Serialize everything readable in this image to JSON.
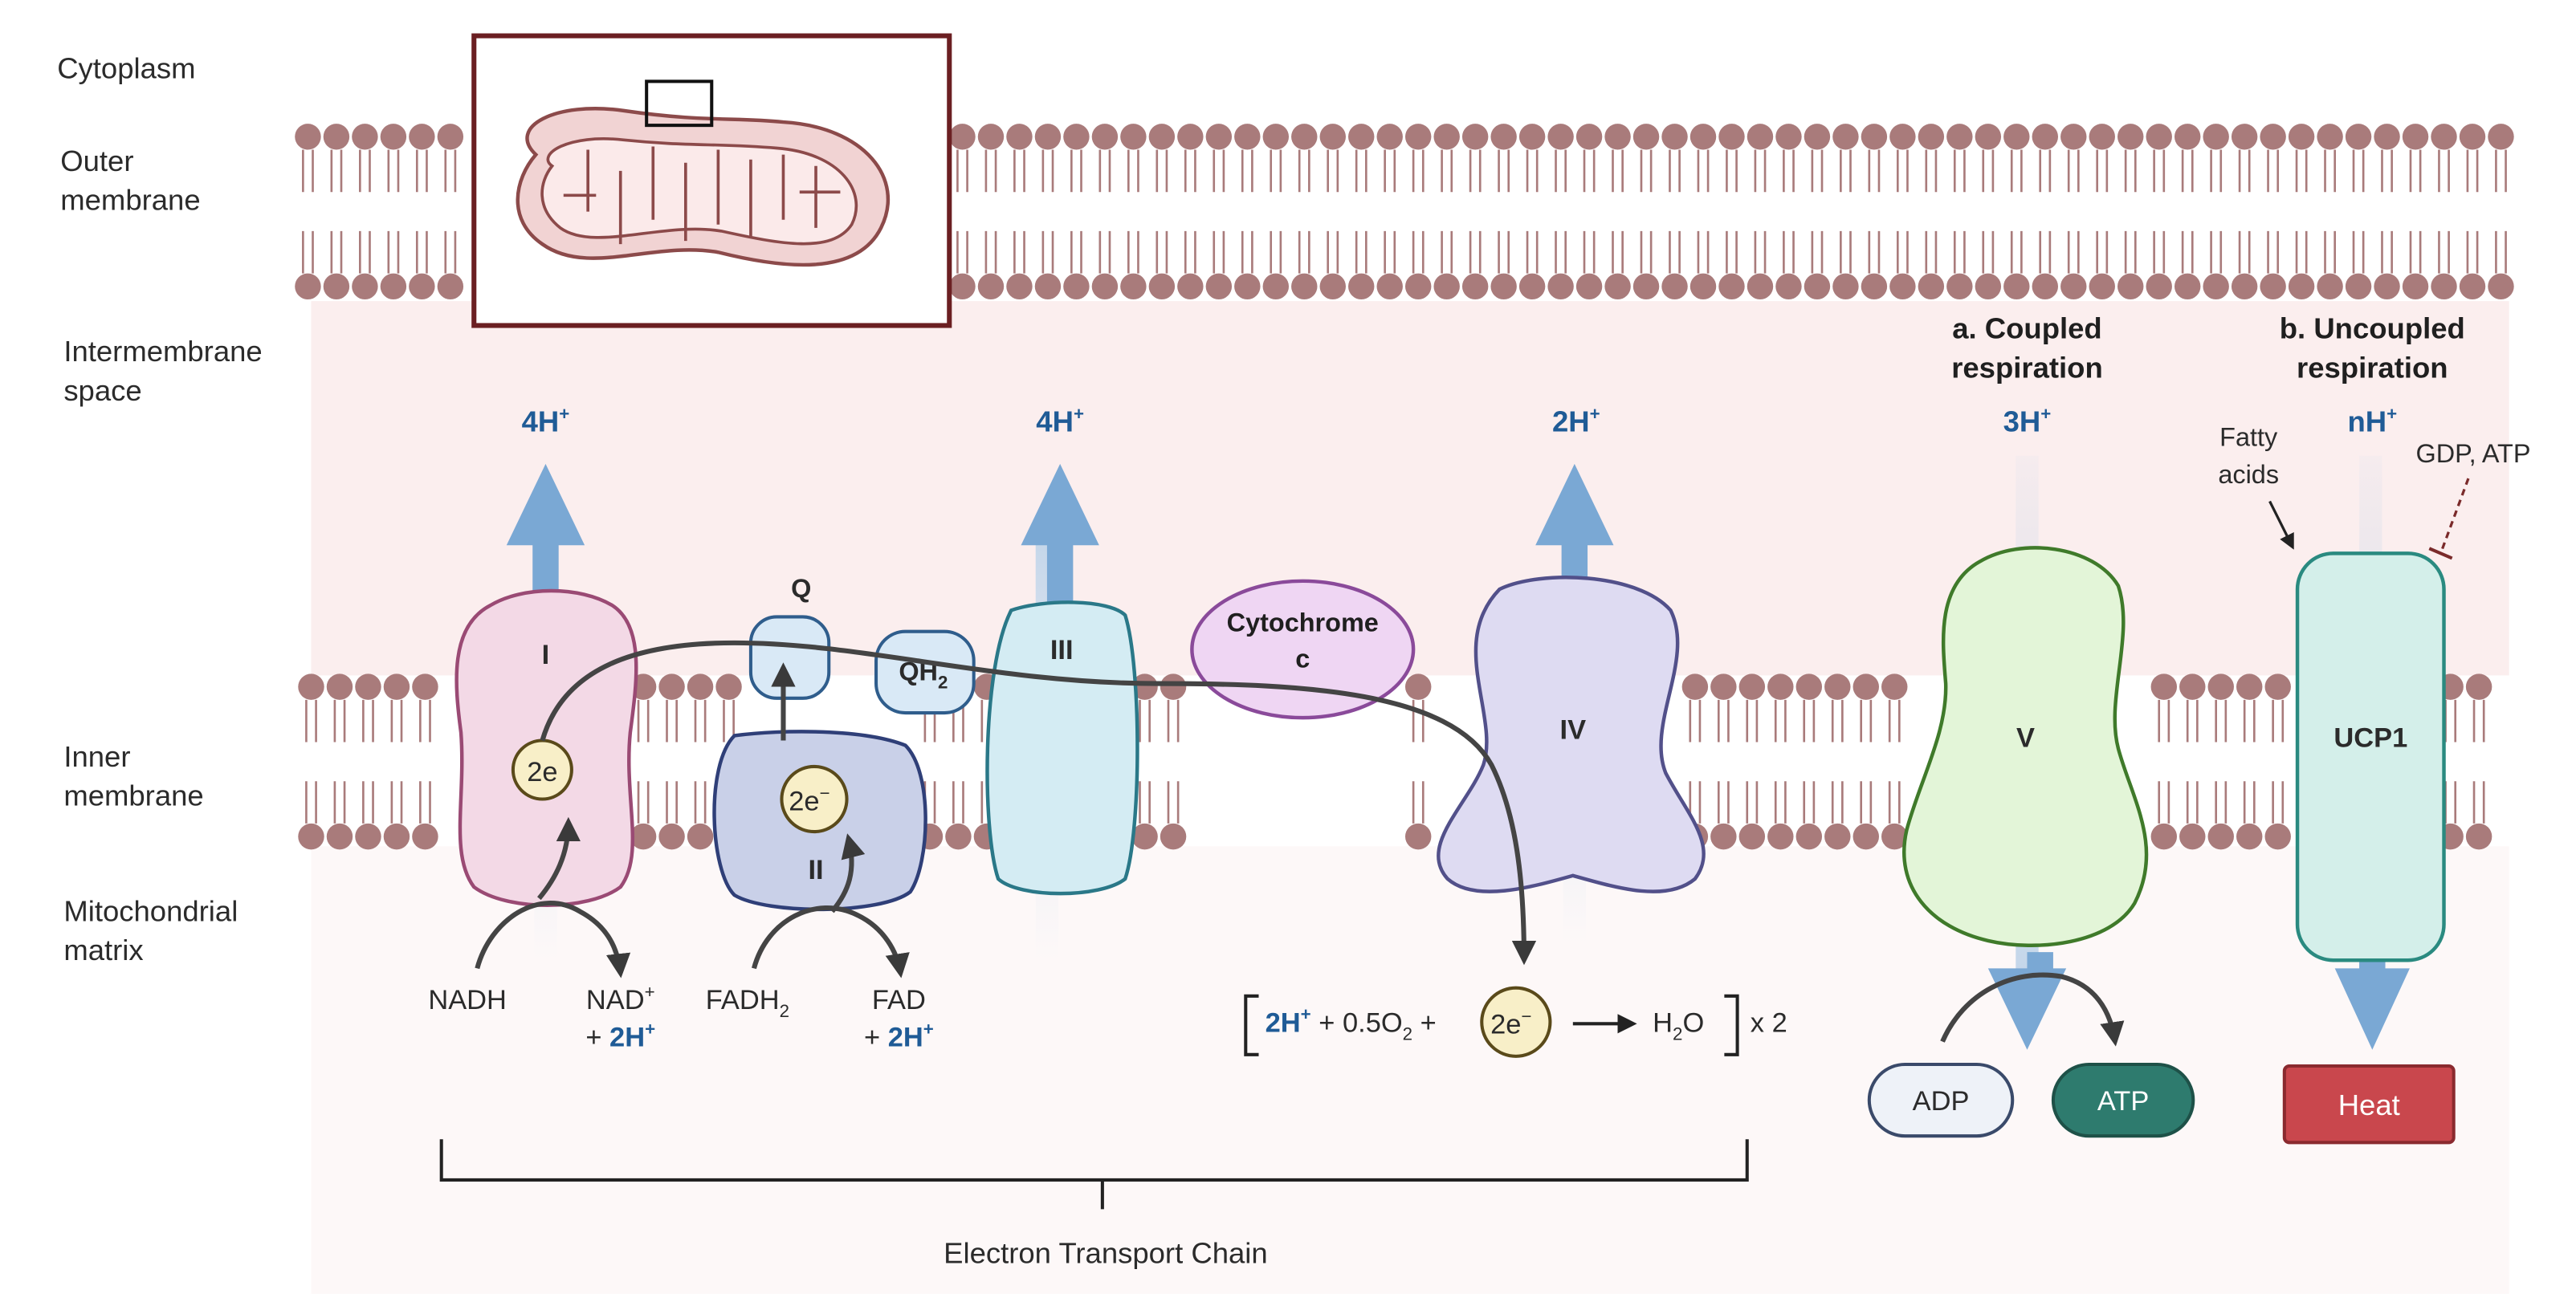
{
  "regions": {
    "cytoplasm": "Cytoplasm",
    "outer_membrane": [
      "Outer",
      "membrane"
    ],
    "intermembrane_space": [
      "Intermembrane",
      "space"
    ],
    "inner_membrane": [
      "Inner",
      "membrane"
    ],
    "matrix": [
      "Mitochondrial",
      "matrix"
    ]
  },
  "complexes": {
    "c1": "I",
    "c2": "II",
    "c3": "III",
    "c4": "IV",
    "c5": "V",
    "ucp1": "UCP1",
    "q": "Q",
    "qh2": "QH",
    "qh2_sub": "2",
    "cytc": [
      "Cytochrome",
      "c"
    ]
  },
  "protons": {
    "c1": "4H",
    "c3": "4H",
    "c4": "2H",
    "c5": "3H",
    "ucp1": "nH",
    "sup": "+"
  },
  "electrons": {
    "c1": "2e",
    "c2": "2e",
    "c2_sup": "−",
    "eq": "2e",
    "eq_sup": "−"
  },
  "substrates": {
    "nadh": "NADH",
    "nad_plus": "NAD",
    "nad_sup": "+",
    "plus_2h_prefix": "+ ",
    "plus_2h": "2H",
    "fadh2": "FADH",
    "fadh2_sub": "2",
    "fad": "FAD"
  },
  "equation": {
    "part1": "2H",
    "part2": " + 0.5O",
    "part2_sub": "2",
    "part3": " +",
    "product": "H",
    "product_sub": "2",
    "product_tail": "O",
    "times": "x 2"
  },
  "headings": {
    "coupled": [
      "a. Coupled",
      "respiration"
    ],
    "uncoupled": [
      "b. Uncoupled",
      "respiration"
    ]
  },
  "regulators": {
    "fatty_acids": [
      "Fatty",
      "acids"
    ],
    "gdp_atp": "GDP, ATP"
  },
  "outputs": {
    "adp": "ADP",
    "atp": "ATP",
    "heat": "Heat"
  },
  "etc_label": "Electron Transport Chain",
  "colors": {
    "lipid": "#a97b7b",
    "ims_band": "#fbeeee",
    "matrix_band": "#fdf8f8",
    "proton_blue": "#1f5b96",
    "arrow_blue": "#7aa8d4",
    "complex1": "#f3d9e6",
    "complex2": "#c9d0e8",
    "complex3": "#d4ecf3",
    "complex4": "#dedbf2",
    "complex5": "#e3f5d8",
    "ucp1": "#d4efea",
    "cytc": "#efd6f3",
    "electron": "#f8efc8",
    "atp": "#2e7b6e",
    "heat": "#c9474d",
    "mito_frame": "#6b1f22"
  }
}
